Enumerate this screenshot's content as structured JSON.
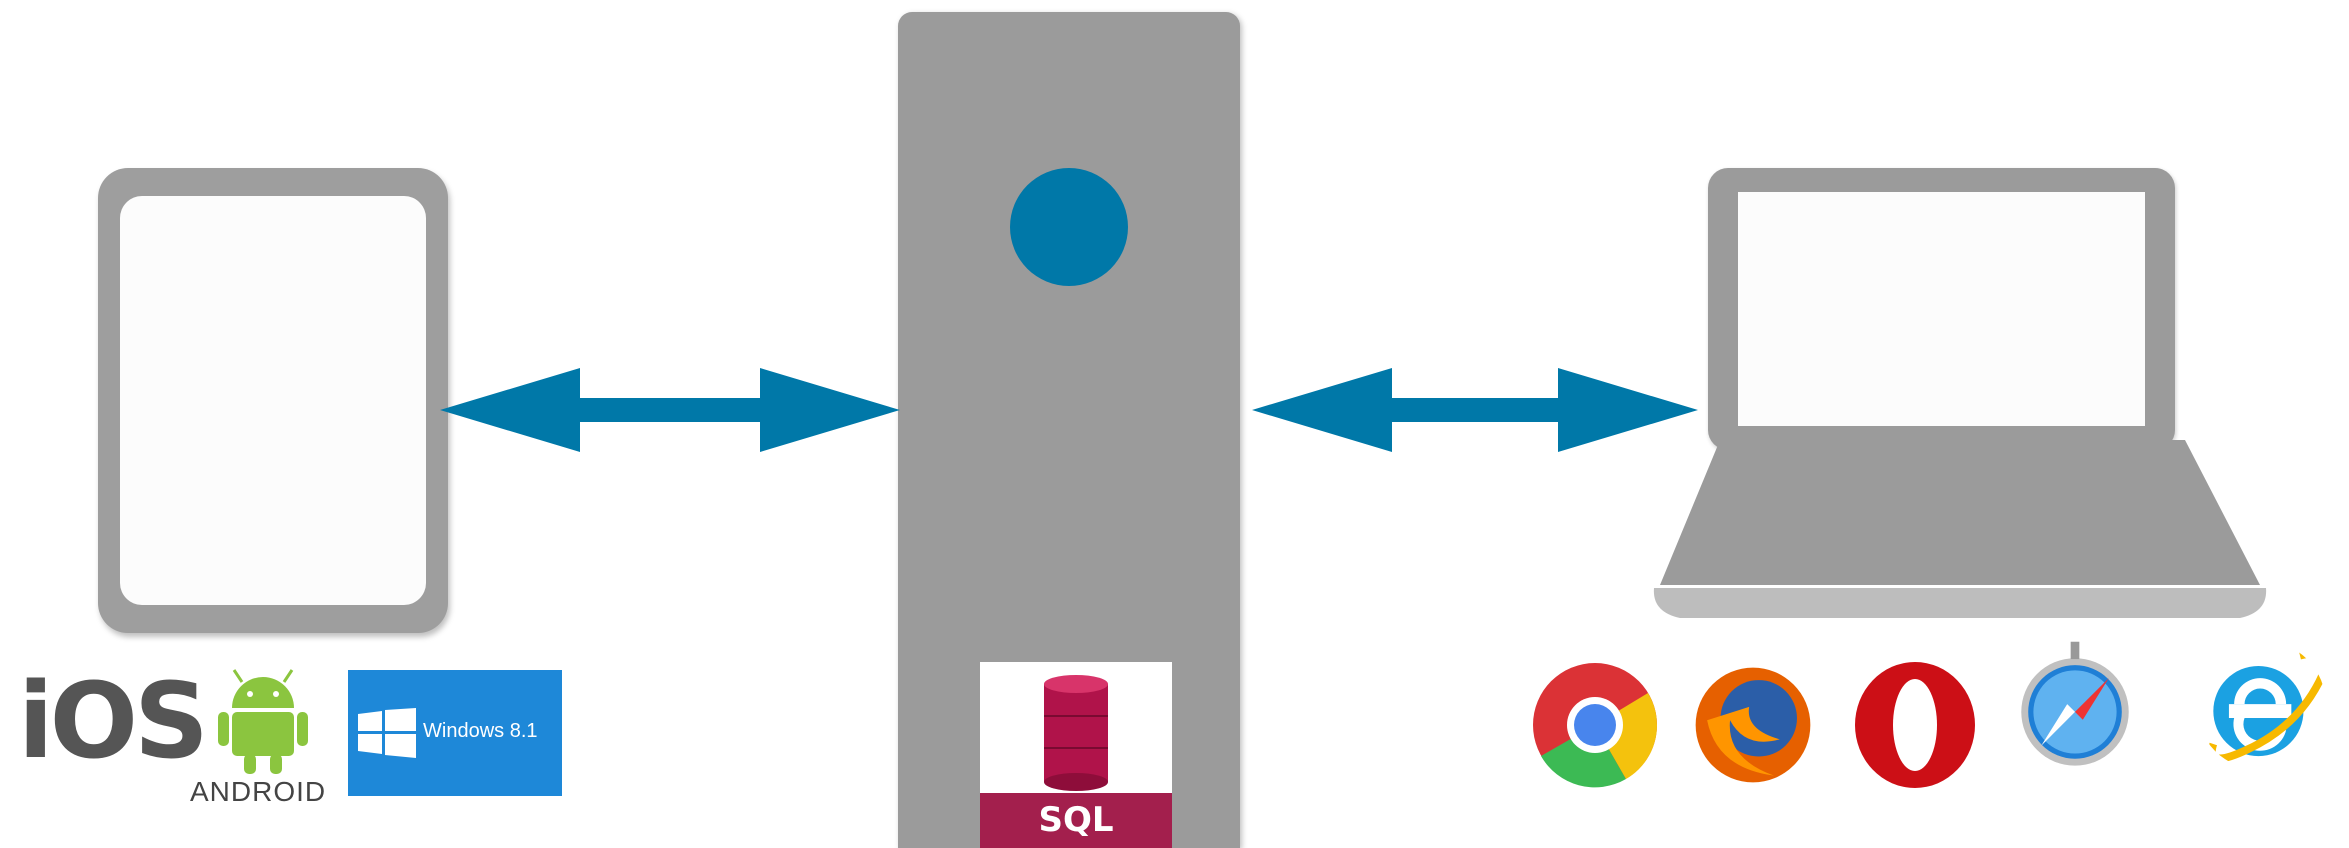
{
  "logos": {
    "ios": "iOS",
    "android": "ANDROID",
    "windows": "Windows 8.1",
    "sql": "SQL"
  },
  "colors": {
    "accent": "#0078a8",
    "device_gray": "#9b9b9b",
    "windows_blue": "#1e88d8",
    "sql_red": "#a31f4d"
  },
  "icons": [
    "ios-logo",
    "android-logo",
    "windows-logo",
    "sql-database-icon",
    "chrome-icon",
    "firefox-icon",
    "opera-icon",
    "safari-icon",
    "internet-explorer-icon"
  ]
}
